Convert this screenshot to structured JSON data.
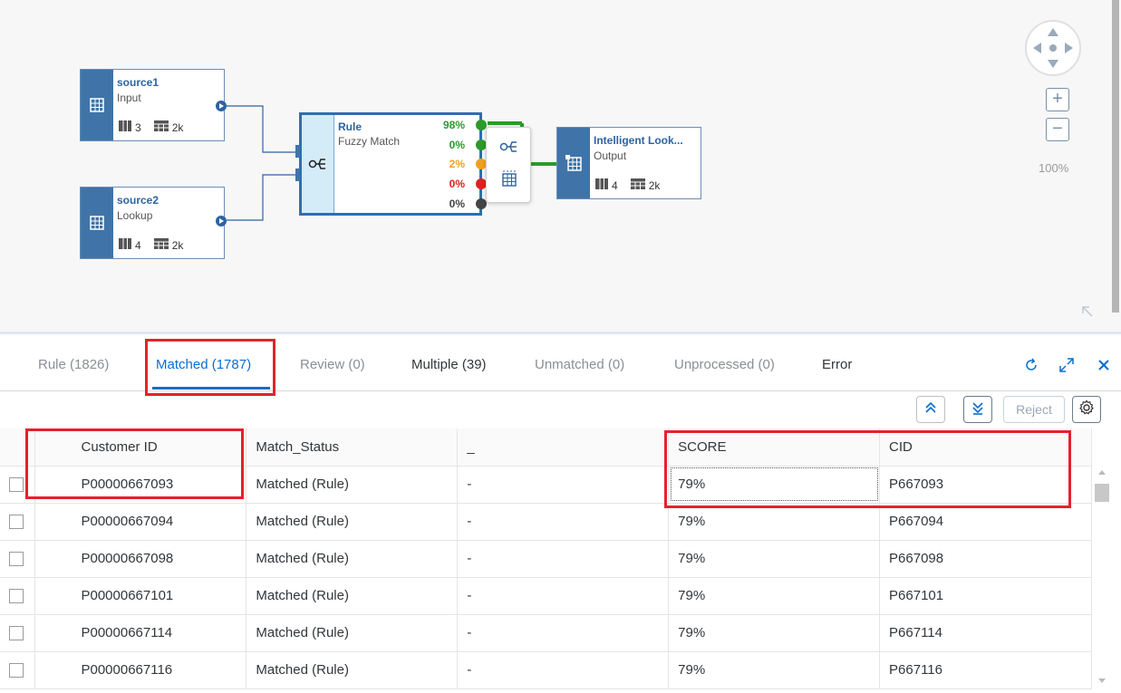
{
  "canvas": {
    "zoom": "100%",
    "nodes": {
      "source1": {
        "title": "source1",
        "subtitle": "Input",
        "columns": "3",
        "rows": "2k"
      },
      "source2": {
        "title": "source2",
        "subtitle": "Lookup",
        "columns": "4",
        "rows": "2k"
      },
      "rule": {
        "title": "Rule",
        "subtitle": "Fuzzy Match",
        "outputs": [
          {
            "label": "98%",
            "color": "#2b9a2b"
          },
          {
            "label": "0%",
            "color": "#2b9a2b"
          },
          {
            "label": "2%",
            "color": "#f0a020"
          },
          {
            "label": "0%",
            "color": "#e0201e"
          },
          {
            "label": "0%",
            "color": "#444444"
          }
        ]
      },
      "output": {
        "title": "Intelligent Look...",
        "subtitle": "Output",
        "columns": "4",
        "rows": "2k"
      }
    }
  },
  "tabs": [
    {
      "label": "Rule (1826)"
    },
    {
      "label": "Matched (1787)",
      "active": true
    },
    {
      "label": "Review (0)"
    },
    {
      "label": "Multiple (39)"
    },
    {
      "label": "Unmatched (0)"
    },
    {
      "label": "Unprocessed (0)"
    },
    {
      "label": "Error"
    }
  ],
  "toolbar": {
    "reject_label": "Reject"
  },
  "table": {
    "columns": [
      "Customer ID",
      "Match_Status",
      "_",
      "SCORE",
      "CID"
    ],
    "rows": [
      [
        "P00000667093",
        "Matched (Rule)",
        "-",
        "79%",
        "P667093"
      ],
      [
        "P00000667094",
        "Matched (Rule)",
        "-",
        "79%",
        "P667094"
      ],
      [
        "P00000667098",
        "Matched (Rule)",
        "-",
        "79%",
        "P667098"
      ],
      [
        "P00000667101",
        "Matched (Rule)",
        "-",
        "79%",
        "P667101"
      ],
      [
        "P00000667114",
        "Matched (Rule)",
        "-",
        "79%",
        "P667114"
      ],
      [
        "P00000667116",
        "Matched (Rule)",
        "-",
        "79%",
        "P667116"
      ]
    ]
  },
  "colors": {
    "accent": "#0a6ed1",
    "highlight": "#e5212d",
    "node_band": "#4074a8"
  }
}
